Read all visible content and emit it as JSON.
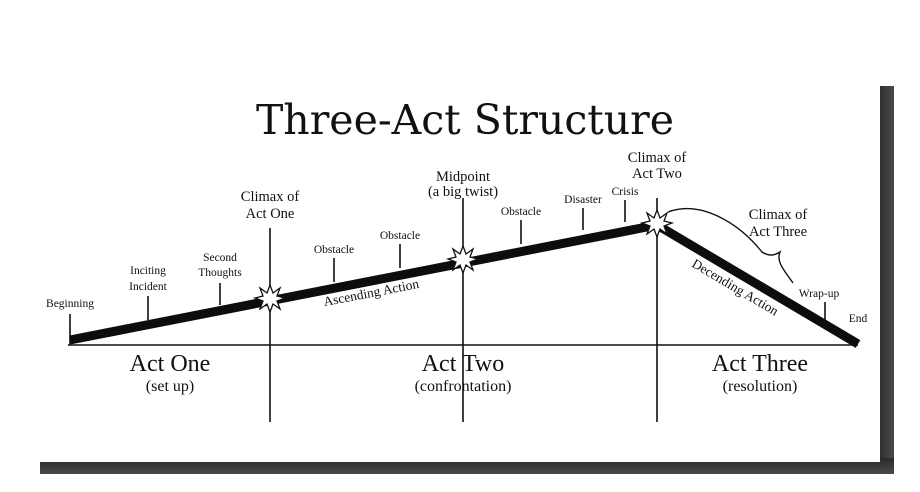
{
  "title": "Three-Act Structure",
  "points": {
    "beginning": "Beginning",
    "inciting_1": "Inciting",
    "inciting_2": "Incident",
    "second_1": "Second",
    "second_2": "Thoughts",
    "climax_one_1": "Climax of",
    "climax_one_2": "Act One",
    "obstacle_1": "Obstacle",
    "obstacle_2": "Obstacle",
    "midpoint_1": "Midpoint",
    "midpoint_2": "(a big twist)",
    "obstacle_3": "Obstacle",
    "disaster": "Disaster",
    "crisis": "Crisis",
    "climax_two_1": "Climax of",
    "climax_two_2": "Act Two",
    "climax_three_1": "Climax of",
    "climax_three_2": "Act Three",
    "wrapup": "Wrap-up",
    "end": "End"
  },
  "along_labels": {
    "ascending": "Ascending Action",
    "descending": "Decending Action"
  },
  "acts": [
    {
      "name": "Act One",
      "sub": "(set up)"
    },
    {
      "name": "Act Two",
      "sub": "(confrontation)"
    },
    {
      "name": "Act Three",
      "sub": "(resolution)"
    }
  ]
}
